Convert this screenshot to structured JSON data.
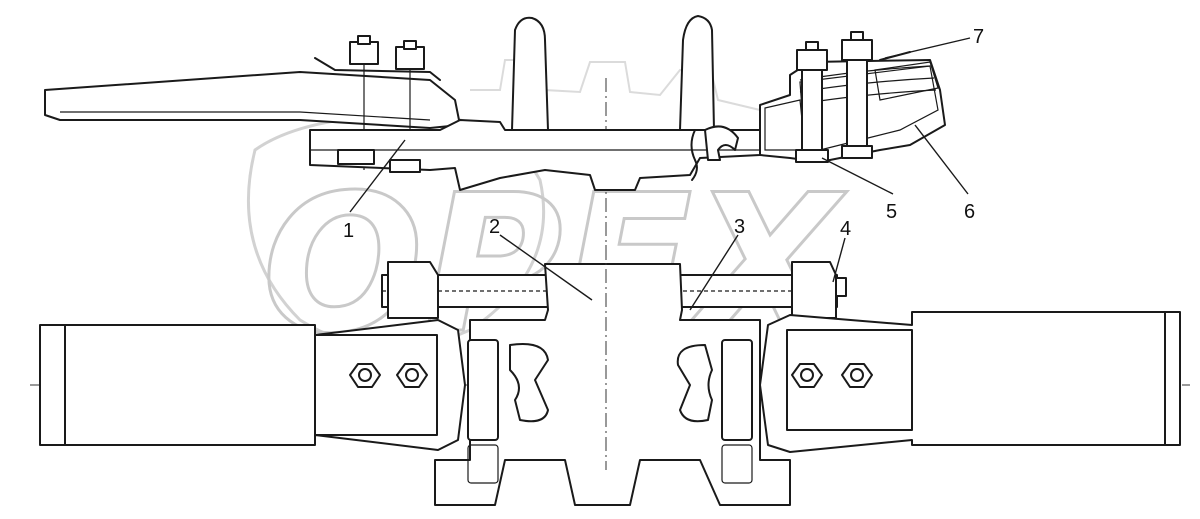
{
  "watermark": "OPEX",
  "callouts": [
    {
      "id": "1",
      "text": "1"
    },
    {
      "id": "2",
      "text": "2"
    },
    {
      "id": "3",
      "text": "3"
    },
    {
      "id": "4",
      "text": "4"
    },
    {
      "id": "5",
      "text": "5"
    },
    {
      "id": "6",
      "text": "6"
    },
    {
      "id": "7",
      "text": "7"
    }
  ]
}
